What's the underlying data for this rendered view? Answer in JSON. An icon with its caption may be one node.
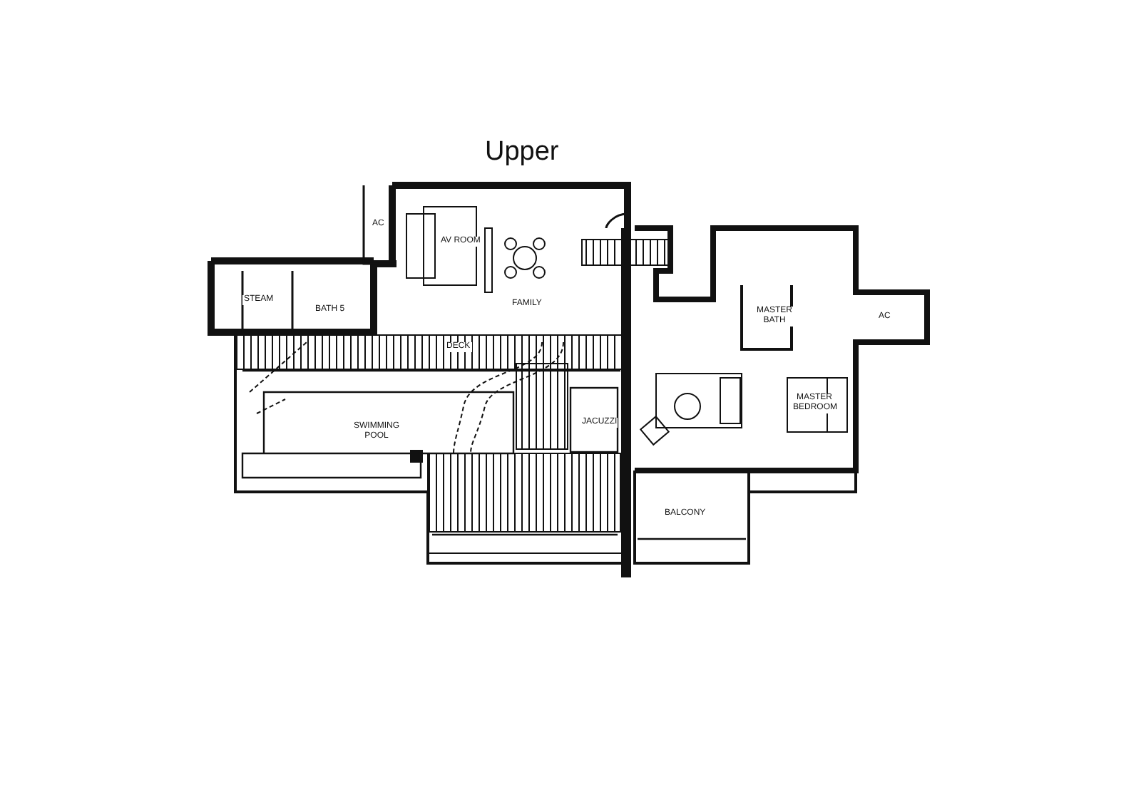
{
  "diagram": {
    "title": "Upper",
    "labels": [
      "AC",
      "AV ROOM",
      "FAMILY",
      "STEAM",
      "BATH 5",
      "DECK",
      "SWIMMING POOL",
      "JACUZZI",
      "MASTER BATH",
      "AC",
      "MASTER BEDROOM",
      "BALCONY"
    ]
  }
}
